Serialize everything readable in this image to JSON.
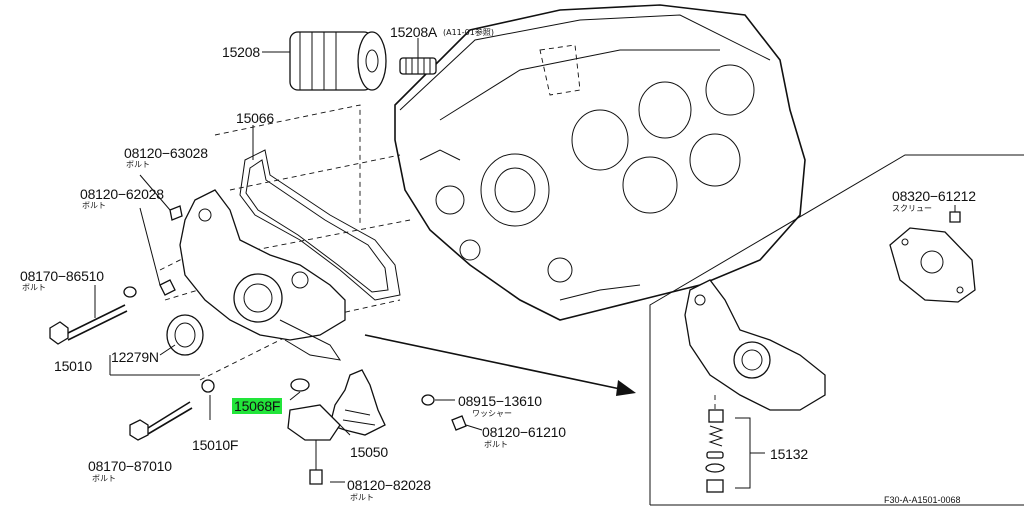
{
  "labels": {
    "p15208": "15208",
    "p15208a": "15208A",
    "p15208a_note": "(A11-01参照)",
    "p15066": "15066",
    "b0812063028": "08120−63028",
    "b0812063028_note": "ボルト",
    "b0812062028": "08120−62028",
    "b0812062028_note": "ボルト",
    "b0817086510": "08170−86510",
    "b0817086510_note": "ボルト",
    "p15010": "15010",
    "p12279n": "12279N",
    "p15068f": "15068F",
    "p15010f": "15010F",
    "b0817087010": "08170−87010",
    "b0817087010_note": "ボルト",
    "p15050": "15050",
    "b0812082028": "08120−82028",
    "b0812082028_note": "ボルト",
    "w0891513610": "08915−13610",
    "w0891513610_note": "ワッシャー",
    "b0812061210": "08120−61210",
    "b0812061210_note": "ボルト",
    "s0832061212": "08320−61212",
    "s0832061212_note": "スクリュー",
    "p15132": "15132",
    "diagram_code": "F30-A-A1501-0068"
  },
  "highlight_color": "#22e53a"
}
